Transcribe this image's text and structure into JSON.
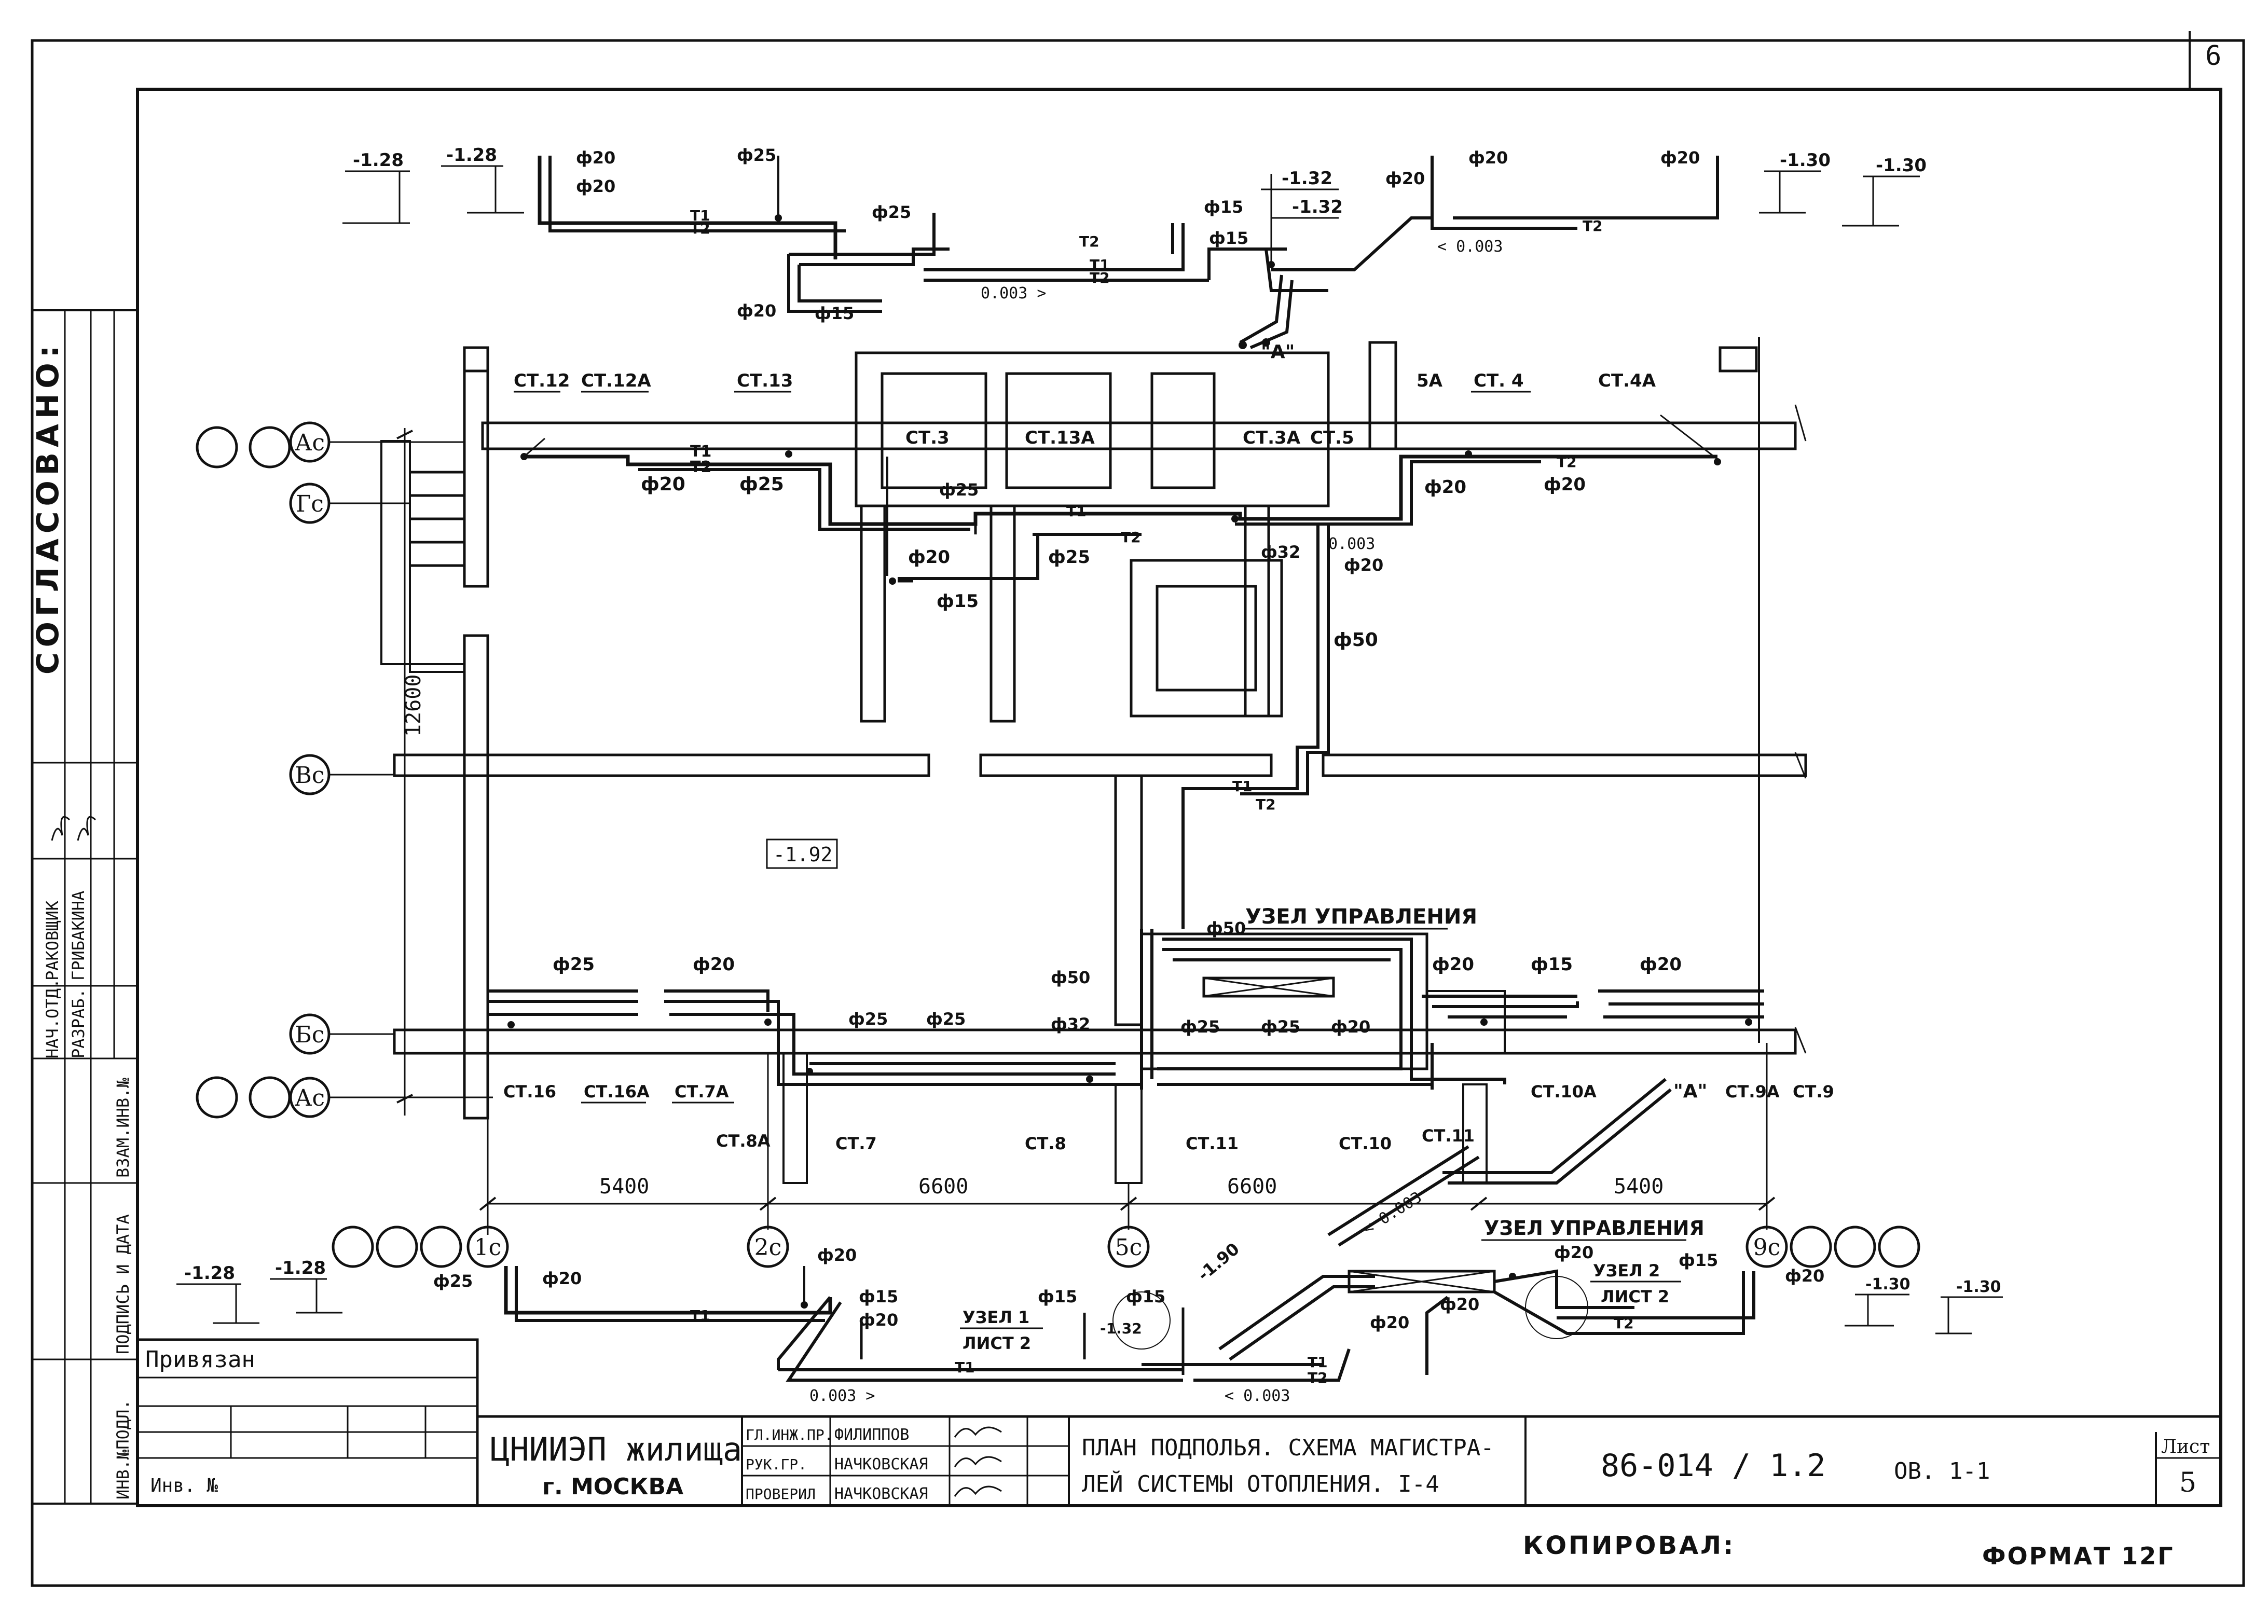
{
  "sheet_number_corner": "6",
  "approval_label": "СОГЛАСОВАНО:",
  "left_strip": {
    "row1": "НАЧ.ОТД.",
    "row1_name": "РАКОВЩИК",
    "row2": "РАЗРАБ.",
    "row2_name": "ГРИБАКИНА",
    "col_vzam": "ВЗАМ.ИНВ.№",
    "col_sign": "ПОДПИСЬ И ДАТА",
    "col_inv": "ИНВ.№ПОДЛ."
  },
  "axes": {
    "row_labels": [
      "Ас",
      "Гс",
      "Вс",
      "Бс",
      "Ас"
    ],
    "col_labels": [
      "1с",
      "2с",
      "5с",
      "9с"
    ],
    "dims": [
      "5400",
      "6600",
      "6600",
      "5400"
    ],
    "vertical_dim": "12600"
  },
  "plan": {
    "level": "-1.92",
    "control_unit": "УЗЕЛ УПРАВЛЕНИЯ",
    "risers_top": [
      "СТ.12",
      "СТ.12А",
      "СТ.13",
      "СТ.3",
      "СТ.13А",
      "СТ.3А",
      "СТ.5",
      "5А",
      "СТ. 4",
      "СТ.4А"
    ],
    "risers_bottom": [
      "СТ.16",
      "СТ.16А",
      "СТ.7А",
      "СТ.8А",
      "СТ.7",
      "СТ.8",
      "СТ.11",
      "СТ.10",
      "СТ.11",
      "СТ.10А",
      "СТ.9А",
      "СТ.9"
    ],
    "pipe_labels": [
      "T1",
      "T2"
    ],
    "diam": [
      "ф20",
      "ф25",
      "ф15",
      "ф32",
      "ф50"
    ],
    "slope": "0.003",
    "point_a": "\"А\""
  },
  "schema_top": {
    "levels": [
      "-1.28",
      "-1.28",
      "-1.32",
      "-1.32",
      "-1.30",
      "-1.30"
    ],
    "slope_left": "0.003 >",
    "slope_right": "< 0.003",
    "point_a": "\"А\""
  },
  "schema_bottom": {
    "levels": [
      "-1.28",
      "-1.28",
      "-1.32",
      "-1.90",
      "-1.30",
      "-1.30"
    ],
    "unit1": "УЗЕЛ 1",
    "unit1_sheet": "ЛИСТ 2",
    "unit2": "УЗЕЛ 2",
    "unit2_sheet": "ЛИСТ 2",
    "control_unit": "УЗЕЛ УПРАВЛЕНИЯ",
    "slope_left": "0.003 >",
    "slope_mid": "< 0.003",
    "slope_diag": "< 0.003"
  },
  "title_block": {
    "privyazan": "Привязан",
    "inv_no": "Инв. №",
    "org": "ЦНИИЭП жилища",
    "city": "г. МОСКВА",
    "roles": [
      "ГЛ.ИНЖ.ПР.",
      "РУК.ГР.",
      "ПРОВЕРИЛ"
    ],
    "names": [
      "ФИЛИППОВ",
      "НАЧКОВСКАЯ",
      "НАЧКОВСКАЯ"
    ],
    "title_line1": "ПЛАН ПОДПОЛЬЯ. СХЕМА МАГИСТРА-",
    "title_line2": "ЛЕЙ СИСТЕМЫ ОТОПЛЕНИЯ. I-4",
    "project_code": "86-014 / 1.2",
    "sheet_code": "ОВ. 1-1",
    "list_label": "Лист",
    "list_no": "5"
  },
  "footer": {
    "copied": "КОПИРОВАЛ:",
    "format": "ФОРМАТ 12Г"
  }
}
